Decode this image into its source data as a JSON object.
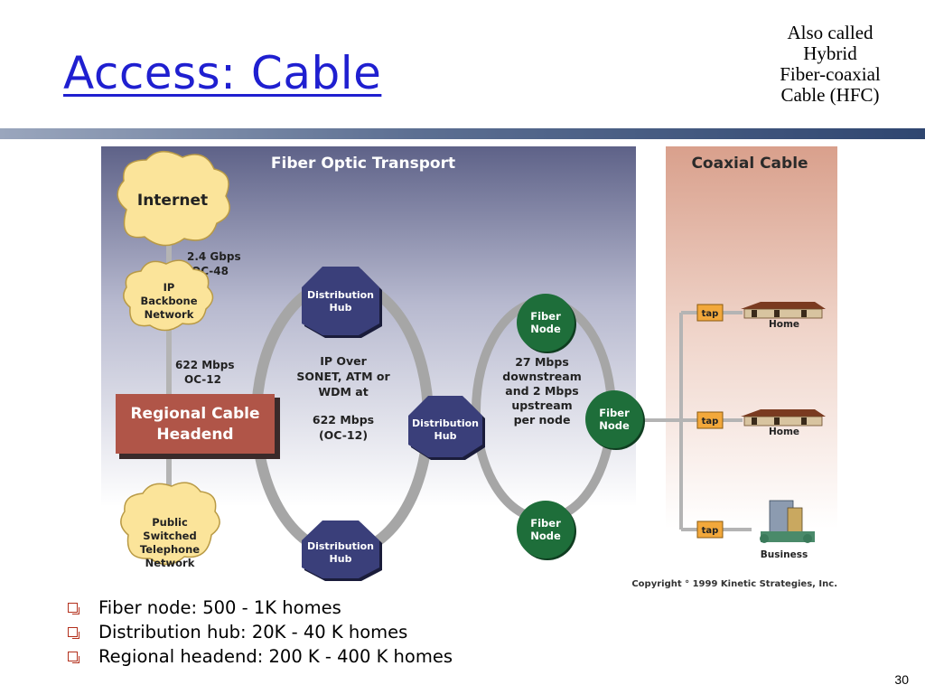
{
  "slide": {
    "title": "Access: Cable",
    "side_note": [
      "Also called",
      "Hybrid",
      "Fiber-coaxial",
      "Cable (HFC)"
    ],
    "page_number": "30"
  },
  "diagram": {
    "fiber_section_title": "Fiber Optic Transport",
    "coax_section_title": "Coaxial Cable",
    "internet_label": "Internet",
    "link1_labels": [
      "2.4 Gbps",
      "OC-48"
    ],
    "ip_backbone_labels": [
      "IP",
      "Backbone",
      "Network"
    ],
    "link2_labels": [
      "622 Mbps",
      "OC-12"
    ],
    "headend_labels": [
      "Regional Cable",
      "Headend"
    ],
    "pstn_labels": [
      "Public",
      "Switched",
      "Telephone",
      "Network"
    ],
    "hub_labels": [
      "Distribution",
      "Hub"
    ],
    "ring1_text": [
      "IP Over",
      "SONET, ATM or",
      "WDM at",
      "",
      "622 Mbps",
      "(OC-12)"
    ],
    "fiber_node_labels": [
      "Fiber",
      "Node"
    ],
    "ring2_text": [
      "27 Mbps",
      "downstream",
      "and 2 Mbps",
      "upstream",
      "per node"
    ],
    "tap_label": "tap",
    "home_label": "Home",
    "business_label": "Business",
    "copyright": "Copyright ° 1999 Kinetic Strategies, Inc."
  },
  "bullets": [
    "Fiber node: 500 - 1K homes",
    "Distribution hub: 20K - 40 K homes",
    "Regional headend: 200 K - 400 K homes"
  ],
  "colors": {
    "title": "#1f1fd0",
    "hub": "#3a3f7a",
    "fiber_node": "#1e6e3a",
    "headend": "#b05548",
    "cloud": "#fbe49a",
    "tap": "#f2a83b"
  }
}
